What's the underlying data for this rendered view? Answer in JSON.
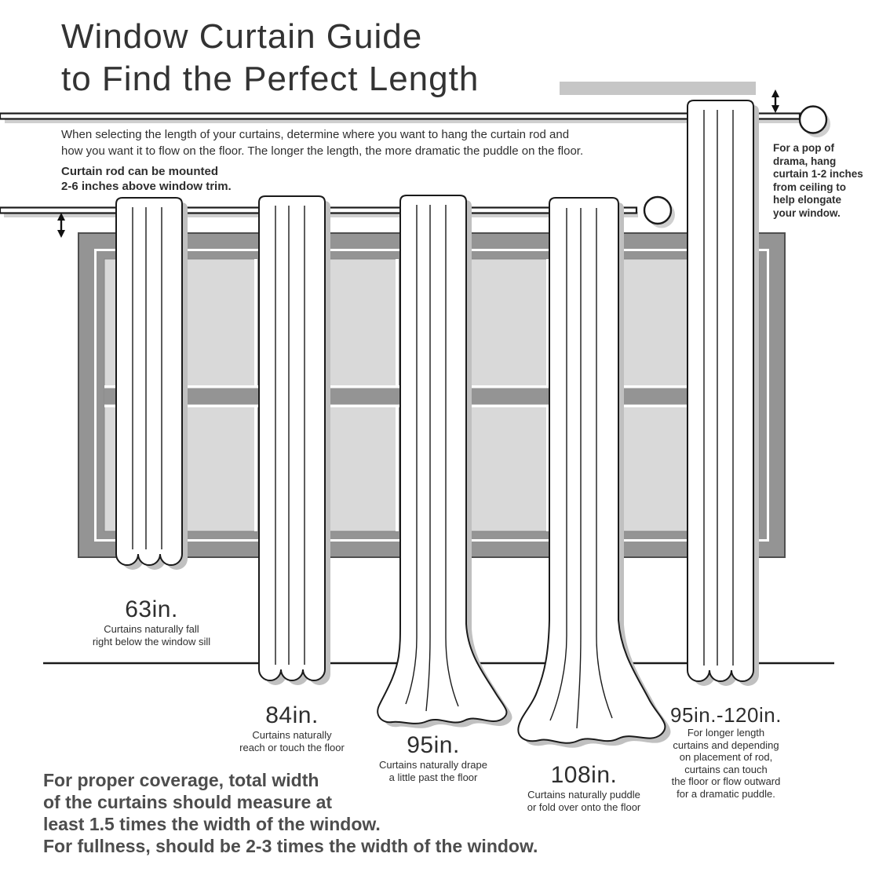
{
  "title": "Window Curtain Guide\nto Find the Perfect Length",
  "intro": "When selecting the length of your curtains, determine where you want to hang the curtain rod and\nhow you want it to flow on the floor. The longer the length, the more dramatic the puddle on the floor.",
  "rod_note": "Curtain rod can be mounted\n2-6 inches above window trim.",
  "drama_note": "For a pop of\ndrama, hang\ncurtain 1-2 inches\nfrom ceiling to\nhelp elongate\nyour window.",
  "curtains": [
    {
      "length": "63in.",
      "caption": "Curtains naturally fall\nright below the window sill"
    },
    {
      "length": "84in.",
      "caption": "Curtains naturally\nreach or touch the floor"
    },
    {
      "length": "95in.",
      "caption": "Curtains naturally drape\na little past the floor"
    },
    {
      "length": "108in.",
      "caption": "Curtains naturally puddle\nor fold over onto the floor"
    },
    {
      "length": "95in.-120in.",
      "caption": "For longer length\ncurtains and depending\non placement of rod,\ncurtains can touch\nthe floor or flow outward\nfor a dramatic puddle."
    }
  ],
  "footer": "For proper coverage, total width\nof the curtains should measure at\nleast 1.5 times the width of the window.\nFor fullness, should be 2-3 times the width of the window.",
  "colors": {
    "frame_gray": "#949494",
    "pane_gray": "#d9d9d9",
    "bar_gray": "#c6c6c6",
    "shadow_gray": "#c0c0c0",
    "ink": "#1a1a1a",
    "text": "#2e2e2e"
  }
}
